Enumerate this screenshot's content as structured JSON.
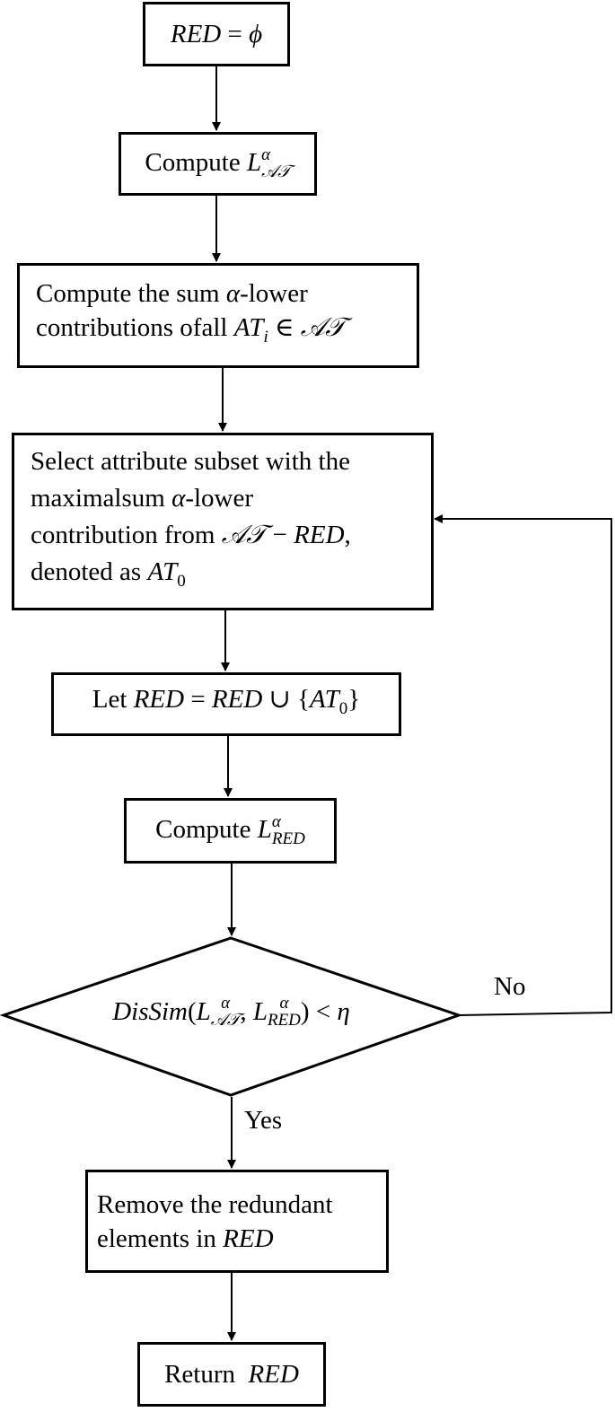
{
  "nodes": {
    "init": {
      "var": "RED",
      "op": " = ",
      "val": "ϕ"
    },
    "compute_lat": {
      "prefix": "Compute ",
      "sym": "L",
      "sup": "α",
      "sub": "𝒜𝒯"
    },
    "sum_contrib": {
      "line1_a": "Compute the sum ",
      "alpha": "α",
      "line1_b": "-lower",
      "line2_a": "contributions ofall  ",
      "at": "AT",
      "i": "i",
      "elem": " ∈ ",
      "set": "𝒜𝒯"
    },
    "select": {
      "line1": "Select attribute subset with the",
      "line2_a": "maximalsum  ",
      "alpha": "α",
      "line2_b": "-lower",
      "line3_a": "contribution from ",
      "set": "𝒜𝒯",
      "minus": " − ",
      "red": "RED",
      "comma": ",",
      "line4_a": "denoted as ",
      "at": "AT",
      "zero": "0"
    },
    "let_red": {
      "prefix": "Let ",
      "red1": "RED",
      "eq": " = ",
      "red2": "RED",
      "union": " ∪ {",
      "at": "AT",
      "zero": "0",
      "close": "}"
    },
    "compute_lred": {
      "prefix": "Compute ",
      "sym": "L",
      "sup": "α",
      "sub": "RED"
    },
    "decision": {
      "fn": "DisSim",
      "open": "(",
      "l1": "L",
      "sup1": "α",
      "sub1": "𝒜𝒯",
      "comma": ", ",
      "l2": "L",
      "sup2": "α",
      "sub2": "RED",
      "close": ") < ",
      "eta": "η"
    },
    "remove": {
      "line1": "Remove the redundant",
      "line2_a": "elements in ",
      "red": "RED"
    },
    "return": {
      "prefix": "Return  ",
      "red": "RED"
    }
  },
  "labels": {
    "no": "No",
    "yes": "Yes"
  }
}
